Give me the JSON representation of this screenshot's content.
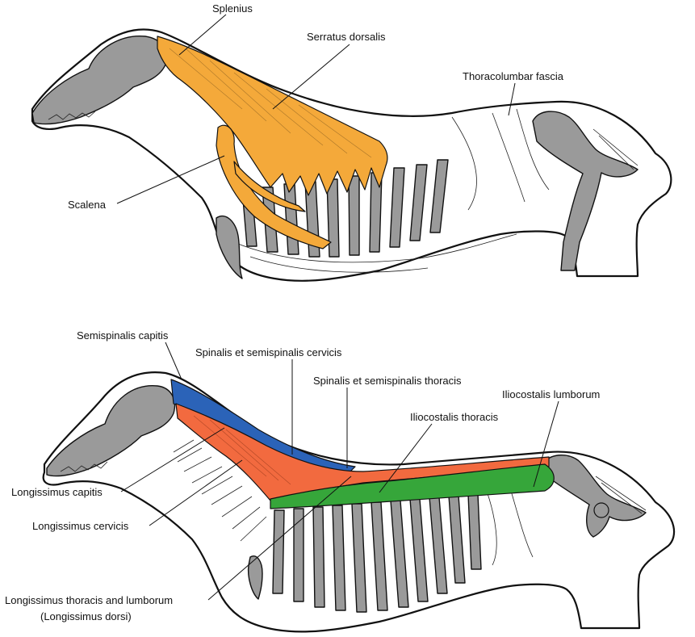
{
  "colors": {
    "bone": "#9a9a9a",
    "outline": "#111111",
    "serratus_splenius": "#f4a93a",
    "semispinalis_capitis": "#2b63b8",
    "longissimus": "#f26a3f",
    "iliocostalis": "#36a63a"
  },
  "top_figure": {
    "labels": {
      "splenius": "Splenius",
      "serratus_dorsalis": "Serratus dorsalis",
      "thoracolumbar_fascia": "Thoracolumbar fascia",
      "scalena": "Scalena"
    }
  },
  "bottom_figure": {
    "labels": {
      "semispinalis_capitis": "Semispinalis capitis",
      "spinalis_cervicis": "Spinalis et semispinalis cervicis",
      "spinalis_thoracis": "Spinalis et semispinalis thoracis",
      "iliocostalis_lumborum": "Iliocostalis lumborum",
      "iliocostalis_thoracis": "Iliocostalis thoracis",
      "longissimus_capitis": "Longissimus capitis",
      "longissimus_cervicis": "Longissimus cervicis",
      "longissimus_dorsi_line1": "Longissimus thoracis and lumborum",
      "longissimus_dorsi_line2": "(Longissimus dorsi)"
    }
  }
}
